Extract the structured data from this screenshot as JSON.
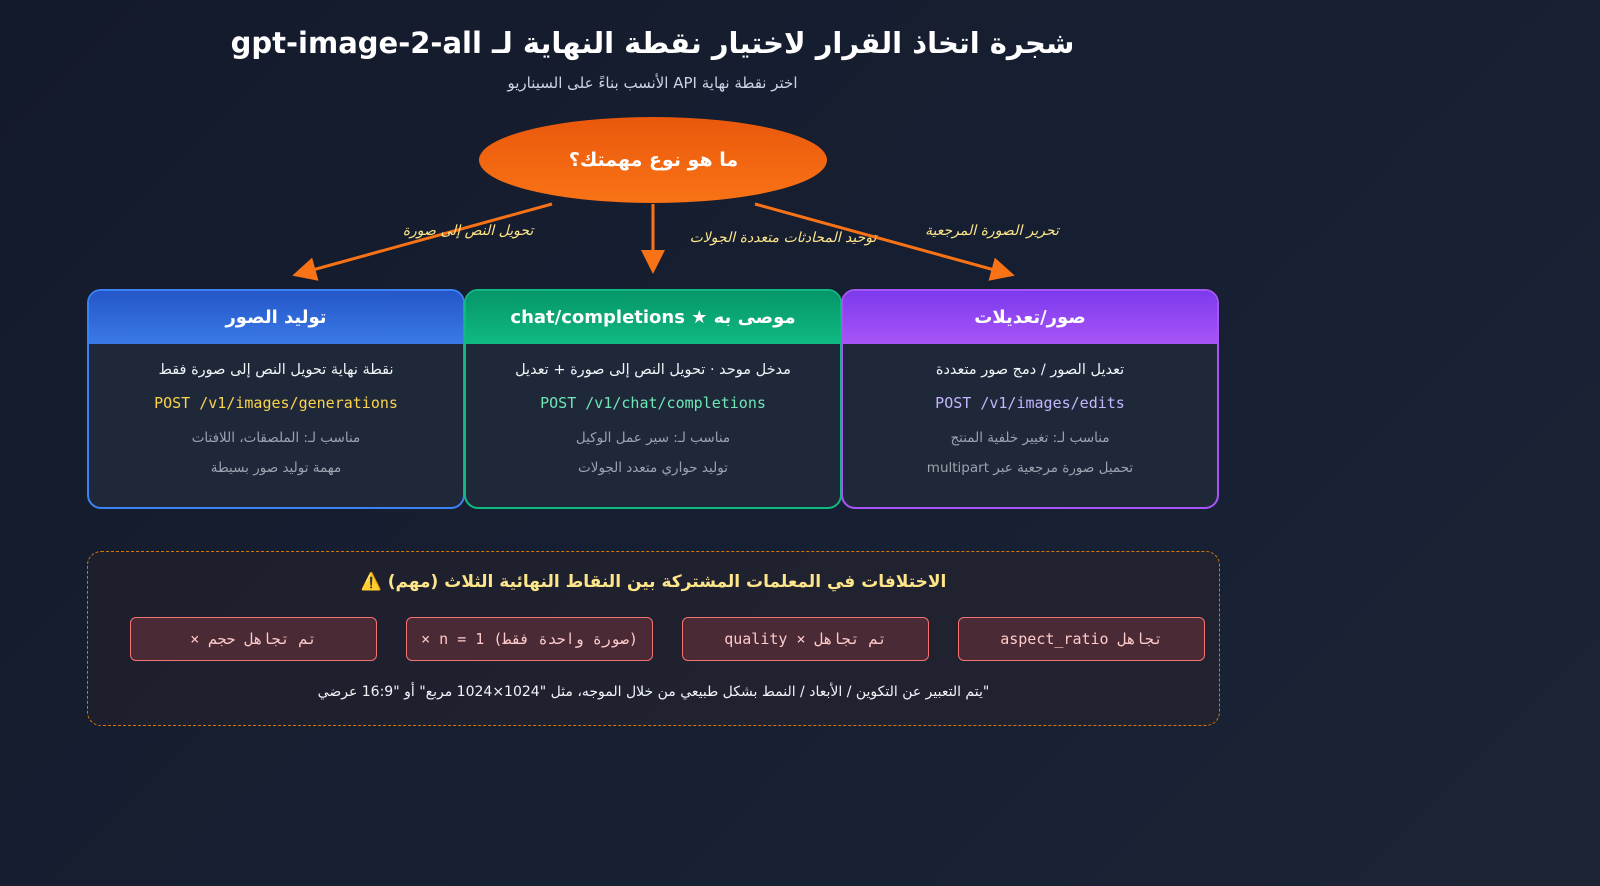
{
  "header": {
    "title": "شجرة اتخاذ القرار لاختيار نقطة النهاية لـ gpt-image-2-all",
    "subtitle": "اختر نقطة نهاية API الأنسب بناءً على السيناريو"
  },
  "root": {
    "question": "ما هو نوع مهمتك؟",
    "color": "#f0650f"
  },
  "edges": [
    {
      "label": "تحويل النص إلى صورة"
    },
    {
      "label": "توحيد المحادثات متعددة الجولات"
    },
    {
      "label": "تحرير الصورة المرجعية"
    }
  ],
  "cards": [
    {
      "title": "توليد الصور",
      "desc": "نقطة نهاية تحويل النص إلى صورة فقط",
      "endpoint": "POST /v1/images/generations",
      "note1": "مناسب لـ: الملصقات، اللافتات",
      "note2": "مهمة توليد صور بسيطة",
      "color": "#3b82f6"
    },
    {
      "title": "موصى به ★ chat/completions",
      "desc": "مدخل موحد · تحويل النص إلى صورة + تعديل",
      "endpoint": "POST /v1/chat/completions",
      "note1": "مناسب لـ: سير عمل الوكيل",
      "note2": "توليد حواري متعدد الجولات",
      "color": "#10b981"
    },
    {
      "title": "صور/تعديلات",
      "desc": "تعديل الصور / دمج صور متعددة",
      "endpoint": "POST /v1/images/edits",
      "note1": "مناسب لـ: تغيير خلفية المنتج",
      "note2": "تحميل صورة مرجعية عبر multipart",
      "color": "#a855f7"
    }
  ],
  "notes": {
    "title": "الاختلافات في المعلمات المشتركة بين النقاط النهائية الثلاث (مهم) ⚠️",
    "tags": [
      "× تم تجاهل حجم",
      "× n = 1 (صورة واحدة فقط)",
      "quality × تم تجاهل",
      "aspect_ratio تجاهل"
    ],
    "footer": "\"يتم التعبير عن التكوين / الأبعاد / النمط بشكل طبيعي من خلال الموجه، مثل \"1024×1024 مربع\" أو \"16:9 عرضي"
  }
}
